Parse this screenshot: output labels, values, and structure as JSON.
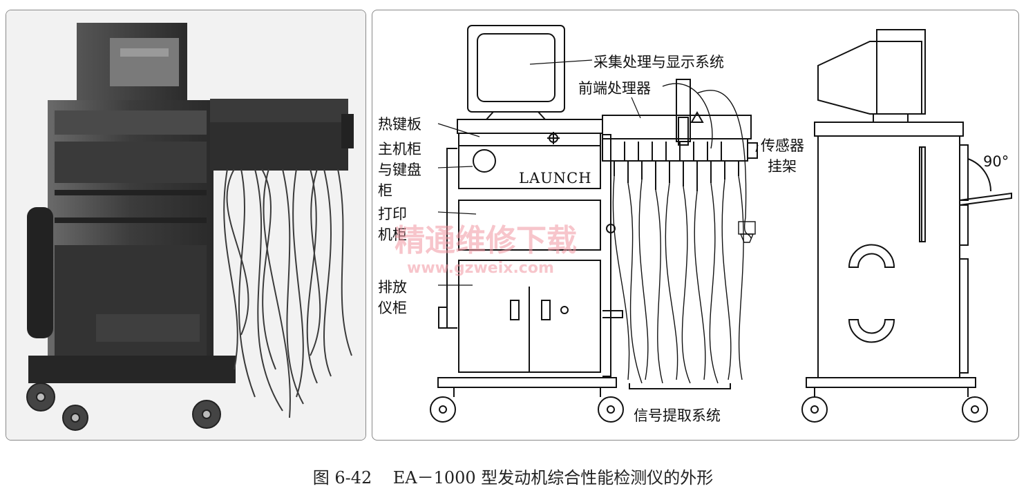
{
  "diagram": {
    "labels": {
      "acquisition_display": "采集处理与显示系统",
      "front_end": "前端处理器",
      "hotkey_board": "热键板",
      "host_cabinet_1": "主机柜",
      "host_cabinet_2": "与键盘",
      "host_cabinet_3": "柜",
      "printer_1": "打印",
      "printer_2": "机柜",
      "emission_1": "排放",
      "emission_2": "仪柜",
      "sensor_rack_1": "传感器",
      "sensor_rack_2": "挂架",
      "signal_system": "信号提取系统",
      "angle": "90°",
      "brand": "LAUNCH"
    },
    "watermark": {
      "text": "精通维修下载",
      "url": "www.gzweix.com"
    }
  },
  "caption": {
    "text": "图 6-42    EA－1000 型发动机综合性能检测仪的外形"
  }
}
